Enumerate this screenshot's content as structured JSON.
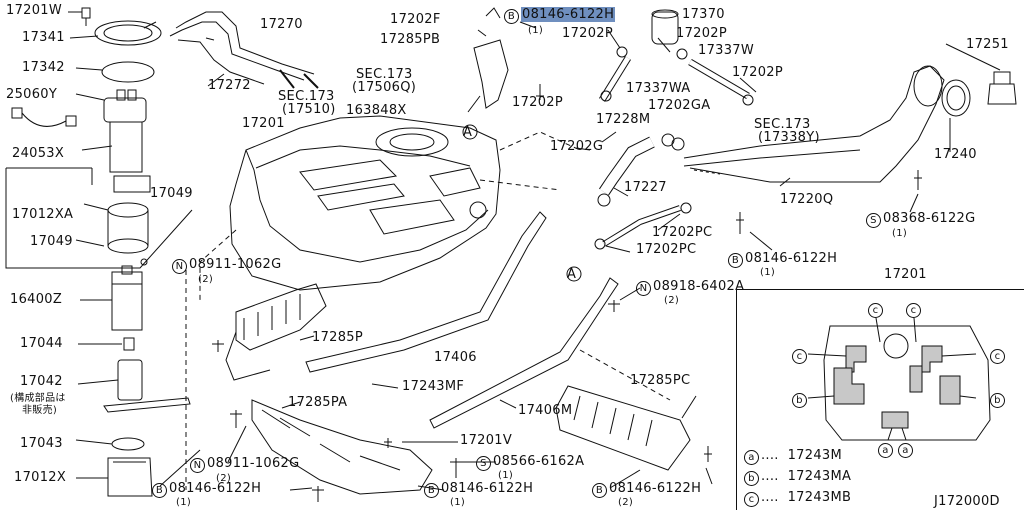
{
  "diagram": {
    "code": "J172000D",
    "parts": {
      "p17201W": "17201W",
      "p17341": "17341",
      "p17342": "17342",
      "p25060Y": "25060Y",
      "p24053X": "24053X",
      "p17049a": "17049",
      "p17012XA": "17012XA",
      "p17049b": "17049",
      "p17270": "17270",
      "p17272": "17272",
      "sec173a": "SEC.173",
      "sec173a_sub": "(17506Q)",
      "sec173b": "SEC.173",
      "sec173b_sub": "(17510)",
      "p17201": "17201",
      "p163848X": "163848X",
      "p17202F": "17202F",
      "p17285PB": "17285PB",
      "p08146a_code": "08146-6122H",
      "p08146a_qty": "(1)",
      "p17370": "17370",
      "p17202P_a": "17202P",
      "p17202P_b": "17202P",
      "p17337W": "17337W",
      "p17202P_c": "17202P",
      "p17251": "17251",
      "p17202P_d": "17202P",
      "p17337WA": "17337WA",
      "p17202GA": "17202GA",
      "p17228M": "17228M",
      "sec173c": "SEC.173",
      "sec173c_sub": "(17338Y)",
      "p17240": "17240",
      "p17202G": "17202G",
      "p17220Q": "17220Q",
      "p17227": "17227",
      "p08368_code": "08368-6122G",
      "p08368_qty": "(1)",
      "p17202PC_a": "17202PC",
      "p17202PC_b": "17202PC",
      "p08146b_code": "08146-6122H",
      "p08146b_qty": "(1)",
      "p08911a_code": "08911-1062G",
      "p08911a_qty": "(2)",
      "p08918_code": "08918-6402A",
      "p08918_qty": "(2)",
      "p16400Z": "16400Z",
      "p17285P": "17285P",
      "p17044": "17044",
      "p17406": "17406",
      "p17042": "17042",
      "note_jp_1": "(構成部品は",
      "note_jp_2": "非販売)",
      "p17243MF": "17243MF",
      "p17285PA": "17285PA",
      "p17406M": "17406M",
      "p17285PC": "17285PC",
      "p17043": "17043",
      "p17201V": "17201V",
      "p08911b_code": "08911-1062G",
      "p08911b_qty": "(2)",
      "p08566_code": "08566-6162A",
      "p08566_qty": "(1)",
      "p17012X": "17012X",
      "p08146c_code": "08146-6122H",
      "p08146c_qty": "(1)",
      "p08146d_code": "08146-6122H",
      "p08146d_qty": "(1)",
      "p08146e_code": "08146-6122H",
      "p08146e_qty": "(2)",
      "ref_A": "A"
    },
    "inset": {
      "title": "17201",
      "markers": {
        "c": "c",
        "b": "b",
        "a": "a"
      },
      "legend": [
        {
          "key": "a",
          "part": "17243M"
        },
        {
          "key": "b",
          "part": "17243MA"
        },
        {
          "key": "c",
          "part": "17243MB"
        }
      ],
      "dots": "...."
    },
    "prefix": {
      "B": "B",
      "N": "N",
      "S": "S"
    },
    "highlight_color": "#6f8fbf"
  }
}
